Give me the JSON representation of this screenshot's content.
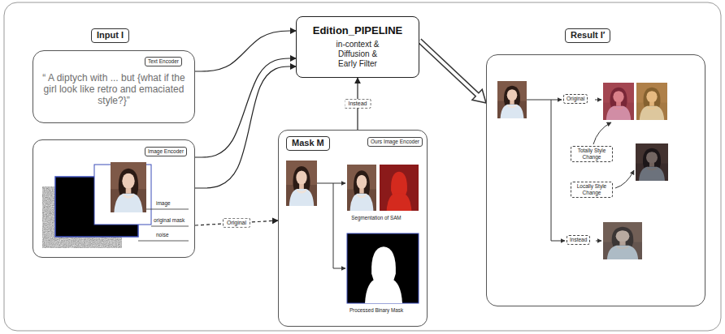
{
  "diagram": {
    "nodes": [
      {
        "text": [
          "Input I"
        ]
      },
      {
        "text": [
          "“ A diptych with ... but {what if the girl look like retro and emaciated style?}”"
        ]
      },
      {
        "text": [
          "Text Encoder"
        ],
        "in": 1
      },
      {
        "text": [
          "image",
          "original mask",
          "noise"
        ]
      },
      {
        "text": [
          "Image Encoder"
        ],
        "in": 3
      },
      {
        "text": [
          "Edition_PIPELINE",
          "in-context & Diffusion & Early Filter"
        ]
      },
      {
        "text": [
          "Mask M",
          "Segmentation of SAM",
          "Processed Binary Mask"
        ]
      },
      {
        "text": [
          "Ours Image Encoder"
        ],
        "in": 6
      },
      {
        "text": [
          "Result I′"
        ]
      },
      {
        "text": [
          "Original"
        ],
        "in": 8
      },
      {
        "text": [
          "Totally Style Change"
        ],
        "in": 8
      },
      {
        "text": [
          "Locally Style Change"
        ],
        "in": 8
      },
      {
        "text": [
          "Instead"
        ],
        "in": 8
      }
    ],
    "edges": [
      {
        "from": 1,
        "to": 5,
        "arrow": "to"
      },
      {
        "from": 3,
        "to": 5,
        "arrow": "to"
      },
      {
        "from": 3,
        "to": 5,
        "arrow": "to"
      },
      {
        "from": 3,
        "to": 6,
        "label": "Original",
        "arrow": "to"
      },
      {
        "from": 6,
        "to": 5,
        "label": "Instead",
        "arrow": "to"
      },
      {
        "from": 5,
        "to": 8,
        "arrow": "to"
      }
    ]
  }
}
